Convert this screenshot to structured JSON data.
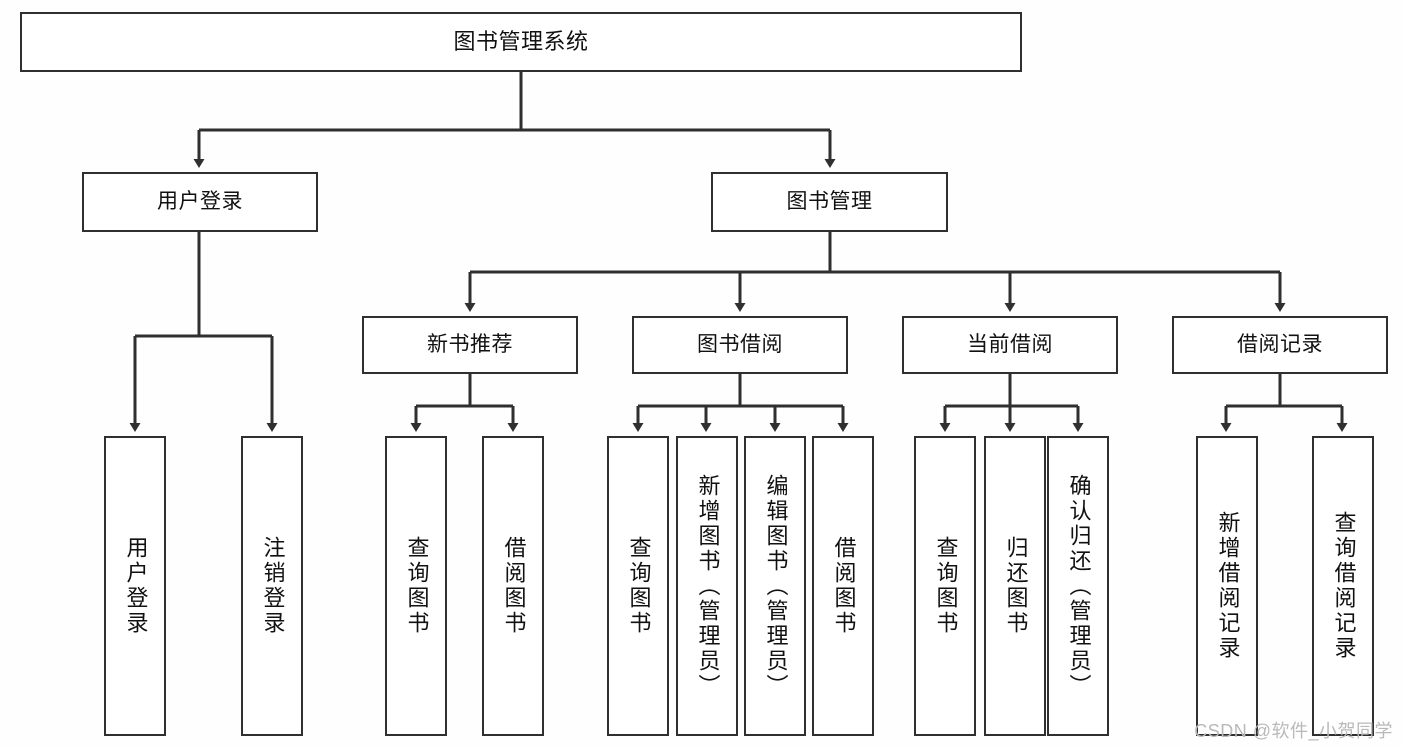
{
  "diagram": {
    "type": "tree-hierarchy",
    "title": "图书管理系统",
    "watermark": "CSDN @软件_小贺同学",
    "colors": {
      "background": "#fefefe",
      "node_fill": "#ffffff",
      "node_border": "#2f2f2f",
      "edge": "#2f2f2f",
      "text": "#111111",
      "watermark": "#b9b9b9"
    },
    "nodes": {
      "root": {
        "label": "图书管理系统"
      },
      "level1": [
        {
          "id": "user-login",
          "label": "用户登录"
        },
        {
          "id": "book-manage",
          "label": "图书管理"
        }
      ],
      "level2": [
        {
          "id": "new-book-recommend",
          "label": "新书推荐"
        },
        {
          "id": "book-borrow",
          "label": "图书借阅"
        },
        {
          "id": "current-borrow",
          "label": "当前借阅"
        },
        {
          "id": "borrow-record",
          "label": "借阅记录"
        }
      ],
      "leaves": {
        "user_login": [
          {
            "id": "leaf-user-login",
            "label": "用户登录"
          },
          {
            "id": "leaf-logout-login",
            "label": "注销登录"
          }
        ],
        "new_book_recommend": [
          {
            "id": "leaf-query-book-1",
            "label": "查询图书"
          },
          {
            "id": "leaf-borrow-book-1",
            "label": "借阅图书"
          }
        ],
        "book_borrow": [
          {
            "id": "leaf-query-book-2",
            "label": "查询图书"
          },
          {
            "id": "leaf-add-book",
            "label": "新增图书（管理员）"
          },
          {
            "id": "leaf-edit-book",
            "label": "编辑图书（管理员）"
          },
          {
            "id": "leaf-borrow-book-2",
            "label": "借阅图书"
          }
        ],
        "current_borrow": [
          {
            "id": "leaf-query-book-3",
            "label": "查询图书"
          },
          {
            "id": "leaf-return-book",
            "label": "归还图书"
          },
          {
            "id": "leaf-confirm-return",
            "label": "确认归还（管理员）"
          }
        ],
        "borrow_record": [
          {
            "id": "leaf-add-record",
            "label": "新增借阅记录"
          },
          {
            "id": "leaf-query-record",
            "label": "查询借阅记录"
          }
        ]
      }
    }
  }
}
